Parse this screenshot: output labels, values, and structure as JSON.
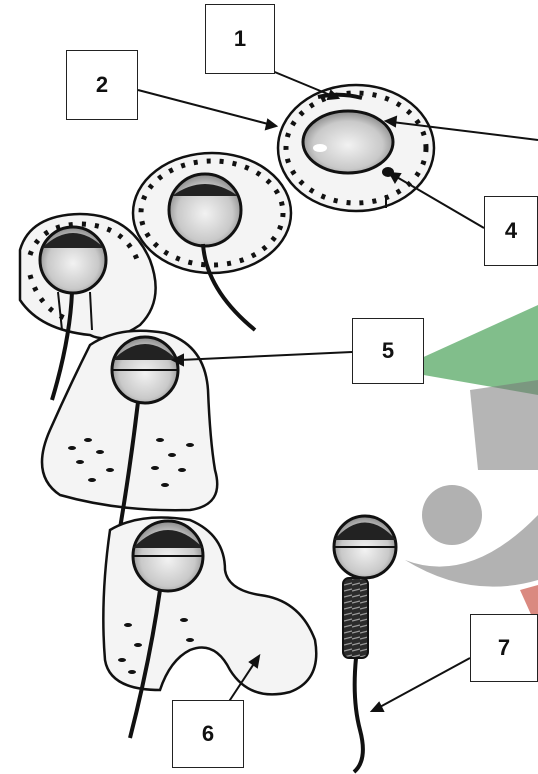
{
  "labels": [
    {
      "id": "1",
      "text": "1"
    },
    {
      "id": "2",
      "text": "2"
    },
    {
      "id": "4",
      "text": "4"
    },
    {
      "id": "5",
      "text": "5"
    },
    {
      "id": "6",
      "text": "6"
    },
    {
      "id": "7",
      "text": "7"
    }
  ],
  "colors": {
    "ink": "#111111",
    "watermark_green": "#3a9a4a",
    "watermark_red": "#c0392b",
    "watermark_gray": "#6b6b6b",
    "cell_fill": "#f4f4f4"
  }
}
